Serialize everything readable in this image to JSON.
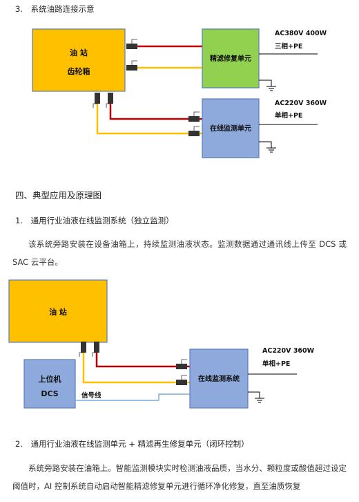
{
  "section3": {
    "number": "3.",
    "title": "系统油路连接示意"
  },
  "diagram1": {
    "oil_station": {
      "line1": "油  站",
      "line2": "齿轮箱"
    },
    "filter_unit": "精滤修复单元",
    "monitor_unit": "在线监测单元",
    "power_filter": {
      "line1": "AC380V 400W",
      "line2": "三相+PE"
    },
    "power_monitor": {
      "line1": "AC220V 360W",
      "line2": "单相+PE"
    }
  },
  "section4": {
    "title": "四、典型应用及原理图"
  },
  "app1": {
    "number": "1.",
    "title": "通用行业油液在线监测系统（独立监测）",
    "paragraph": "该系统旁路安装在设备油箱上，持续监测油液状态。监测数据通过通讯线上传至 DCS 或 SAC 云平台。"
  },
  "diagram2": {
    "oil_station": "油  站",
    "host": {
      "line1": "上位机",
      "line2": "DCS"
    },
    "signal_line": "信号线",
    "monitor_system": "在线监测系统",
    "power": {
      "line1": "AC220V 360W",
      "line2": "单相+PE"
    }
  },
  "app2": {
    "number": "2.",
    "title": "通用行业油液在线监测单元 + 精滤再生修复单元（闭环控制）",
    "paragraph": "系统旁路安装在油箱上。智能监测模块实时检测油液品质，当水分、颗粒度或酸值超过设定阈值时，AI 控制系统自动启动智能精滤修复单元进行循环净化修复，直至油质恢复"
  },
  "colors": {
    "oil_station": "#FFC000",
    "filter_unit": "#92D050",
    "monitor_unit": "#8EA9DB",
    "red_pipe": "#C00000",
    "yellow_pipe": "#FFC000",
    "signal": "#5B9BD5"
  }
}
